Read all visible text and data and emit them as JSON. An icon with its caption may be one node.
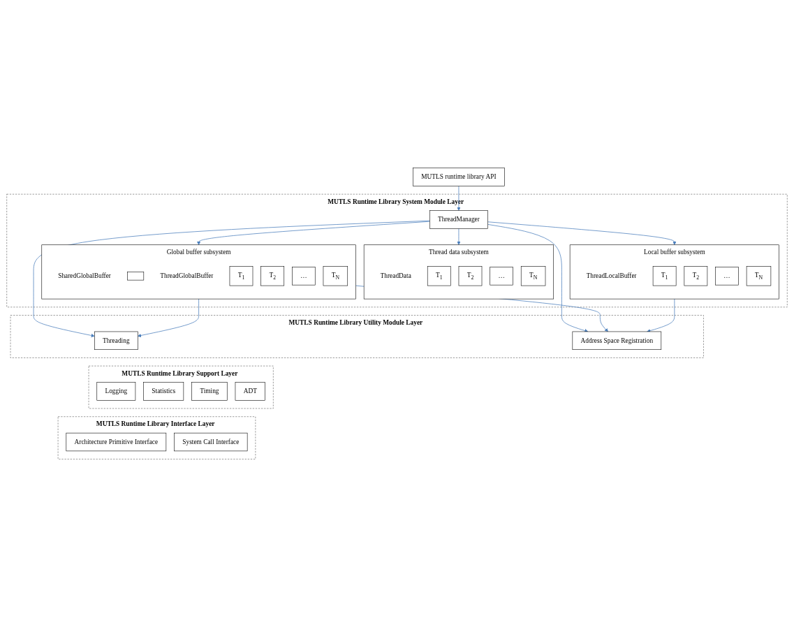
{
  "diagram": {
    "nodes": [
      {
        "text": [
          "MUTLS runtime library API"
        ]
      },
      {
        "text": [
          "MUTLS Runtime Library System Module Layer"
        ]
      },
      {
        "text": [
          "ThreadManager"
        ],
        "in": 1
      },
      {
        "text": [
          "Thread data subsystem"
        ],
        "in": 1
      },
      {
        "text": [
          "ThreadData"
        ],
        "in": 3
      },
      {
        "text": [
          "T$_{1}$"
        ],
        "in": 3
      },
      {
        "text": [
          "T$_{2}$"
        ],
        "in": 3
      },
      {
        "text": [
          "…"
        ],
        "in": 3
      },
      {
        "text": [
          "T$_{N}$"
        ],
        "in": 3
      },
      {
        "text": [
          "Global buffer subsystem"
        ],
        "in": 1
      },
      {
        "text": [
          "SharedGlobalBuffer"
        ],
        "in": 9
      },
      {
        "text": [],
        "shape": "box",
        "in": 9
      },
      {
        "text": [
          "ThreadGlobalBuffer"
        ],
        "in": 9
      },
      {
        "text": [
          "T$_{1}$"
        ],
        "in": 9
      },
      {
        "text": [
          "T$_{2}$"
        ],
        "in": 9
      },
      {
        "text": [
          "…"
        ],
        "in": 9
      },
      {
        "text": [
          "T$_{N}$"
        ],
        "in": 9
      },
      {
        "text": [
          "Local buffer subsystem"
        ],
        "in": 1
      },
      {
        "text": [
          "ThreadLocalBuffer"
        ],
        "in": 17
      },
      {
        "text": [
          "T$_{1}$"
        ],
        "in": 17
      },
      {
        "text": [
          "T$_{2}$"
        ],
        "in": 17
      },
      {
        "text": [
          "…"
        ],
        "in": 17
      },
      {
        "text": [
          "T$_{N}$"
        ],
        "in": 17
      },
      {
        "text": [
          "MUTLS Runtime Library Utility Module Layer"
        ]
      },
      {
        "text": [
          "Threading"
        ],
        "in": 23
      },
      {
        "text": [
          "Address Space Registration"
        ],
        "in": 23
      },
      {
        "text": [
          "MUTLS Runtime Library Support Layer"
        ]
      },
      {
        "text": [
          "Logging"
        ],
        "in": 26
      },
      {
        "text": [
          "Statistics"
        ],
        "in": 26
      },
      {
        "text": [
          "Timing"
        ],
        "in": 26
      },
      {
        "text": [
          "ADT"
        ],
        "in": 26
      },
      {
        "text": [
          "MUTLS Runtime Library Interface Layer"
        ]
      },
      {
        "text": [
          "Architecture Primitive Interface"
        ],
        "in": 31
      },
      {
        "text": [
          "System Call Interface"
        ],
        "in": 31
      }
    ],
    "edges": [
      {
        "from": 0,
        "to": 2,
        "arrow": "to"
      },
      {
        "from": 2,
        "to": 3,
        "arrow": "to"
      },
      {
        "from": 2,
        "to": 17,
        "arrow": "to"
      },
      {
        "from": 2,
        "to": 9,
        "arrow": "to"
      },
      {
        "from": 2,
        "to": 24,
        "arrow": "to"
      },
      {
        "from": 2,
        "to": 25,
        "arrow": "to"
      },
      {
        "from": 9,
        "to": 24,
        "arrow": "to"
      },
      {
        "from": 9,
        "to": 25,
        "arrow": "to"
      },
      {
        "from": 17,
        "to": 25,
        "arrow": "to"
      }
    ]
  }
}
